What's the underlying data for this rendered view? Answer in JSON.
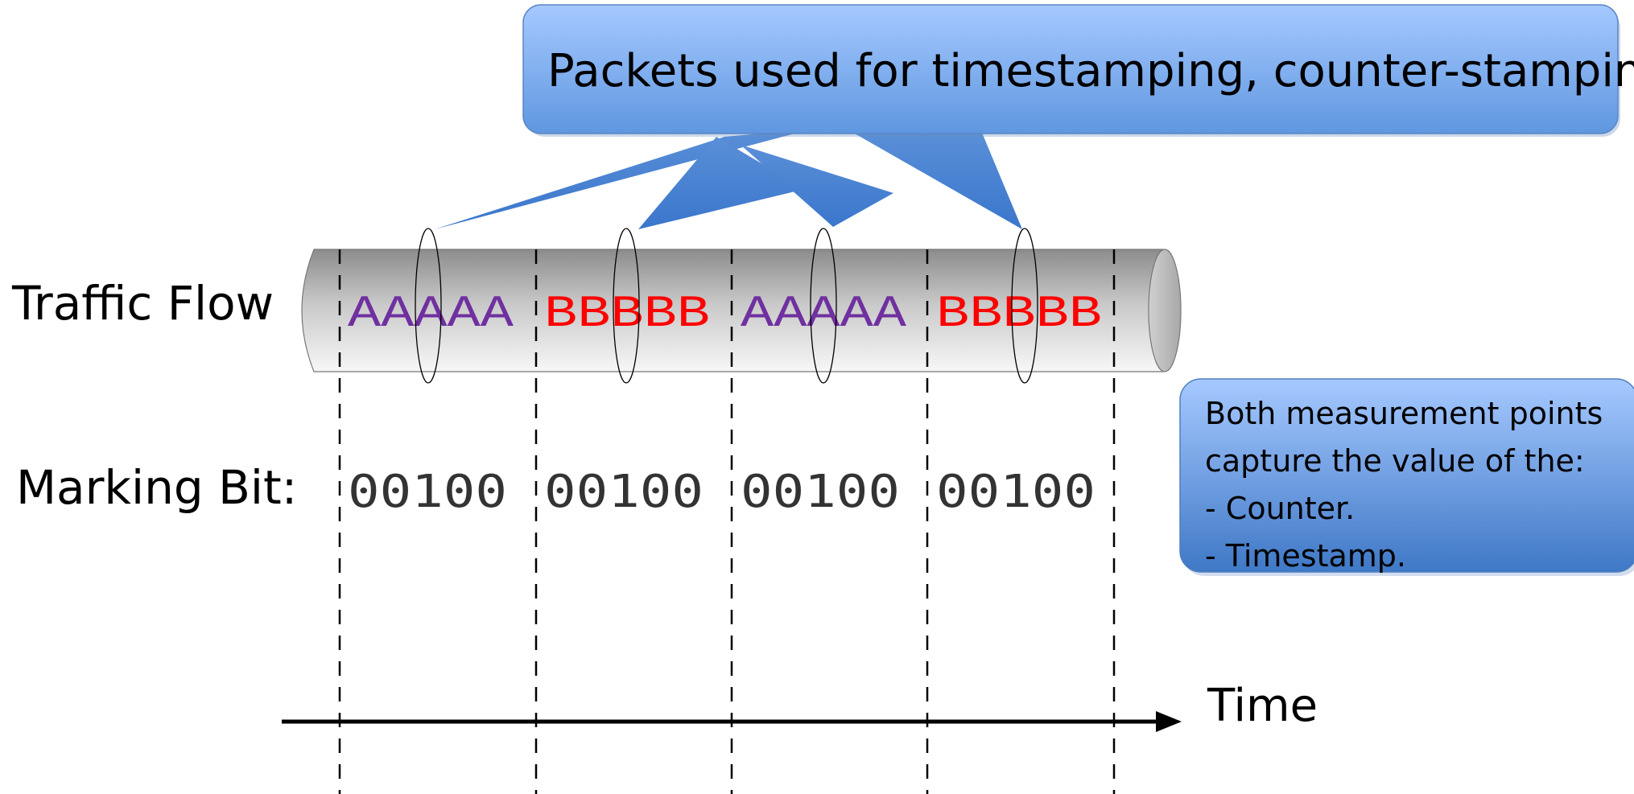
{
  "labels": {
    "traffic_flow": "Traffic Flow",
    "marking_bit": "Marking Bit:",
    "time": "Time"
  },
  "callouts": {
    "top": "Packets used for timestamping, counter-stamping",
    "side_lines": [
      "Both measurement points",
      "capture the value of the:",
      "- Counter.",
      "- Timestamp."
    ]
  },
  "blocks": [
    {
      "packets": "AAAAA",
      "color": "#7030a0",
      "bits": "00100"
    },
    {
      "packets": "BBBBB",
      "color": "#ff0000",
      "bits": "00100"
    },
    {
      "packets": "AAAAA",
      "color": "#7030a0",
      "bits": "00100"
    },
    {
      "packets": "BBBBB",
      "color": "#ff0000",
      "bits": "00100"
    }
  ],
  "colors": {
    "callout_top": "#9ec4ff",
    "callout_bottom": "#3c78c8",
    "pipe_dark": "#8a8a8a",
    "pipe_light": "#f5f5f5"
  }
}
